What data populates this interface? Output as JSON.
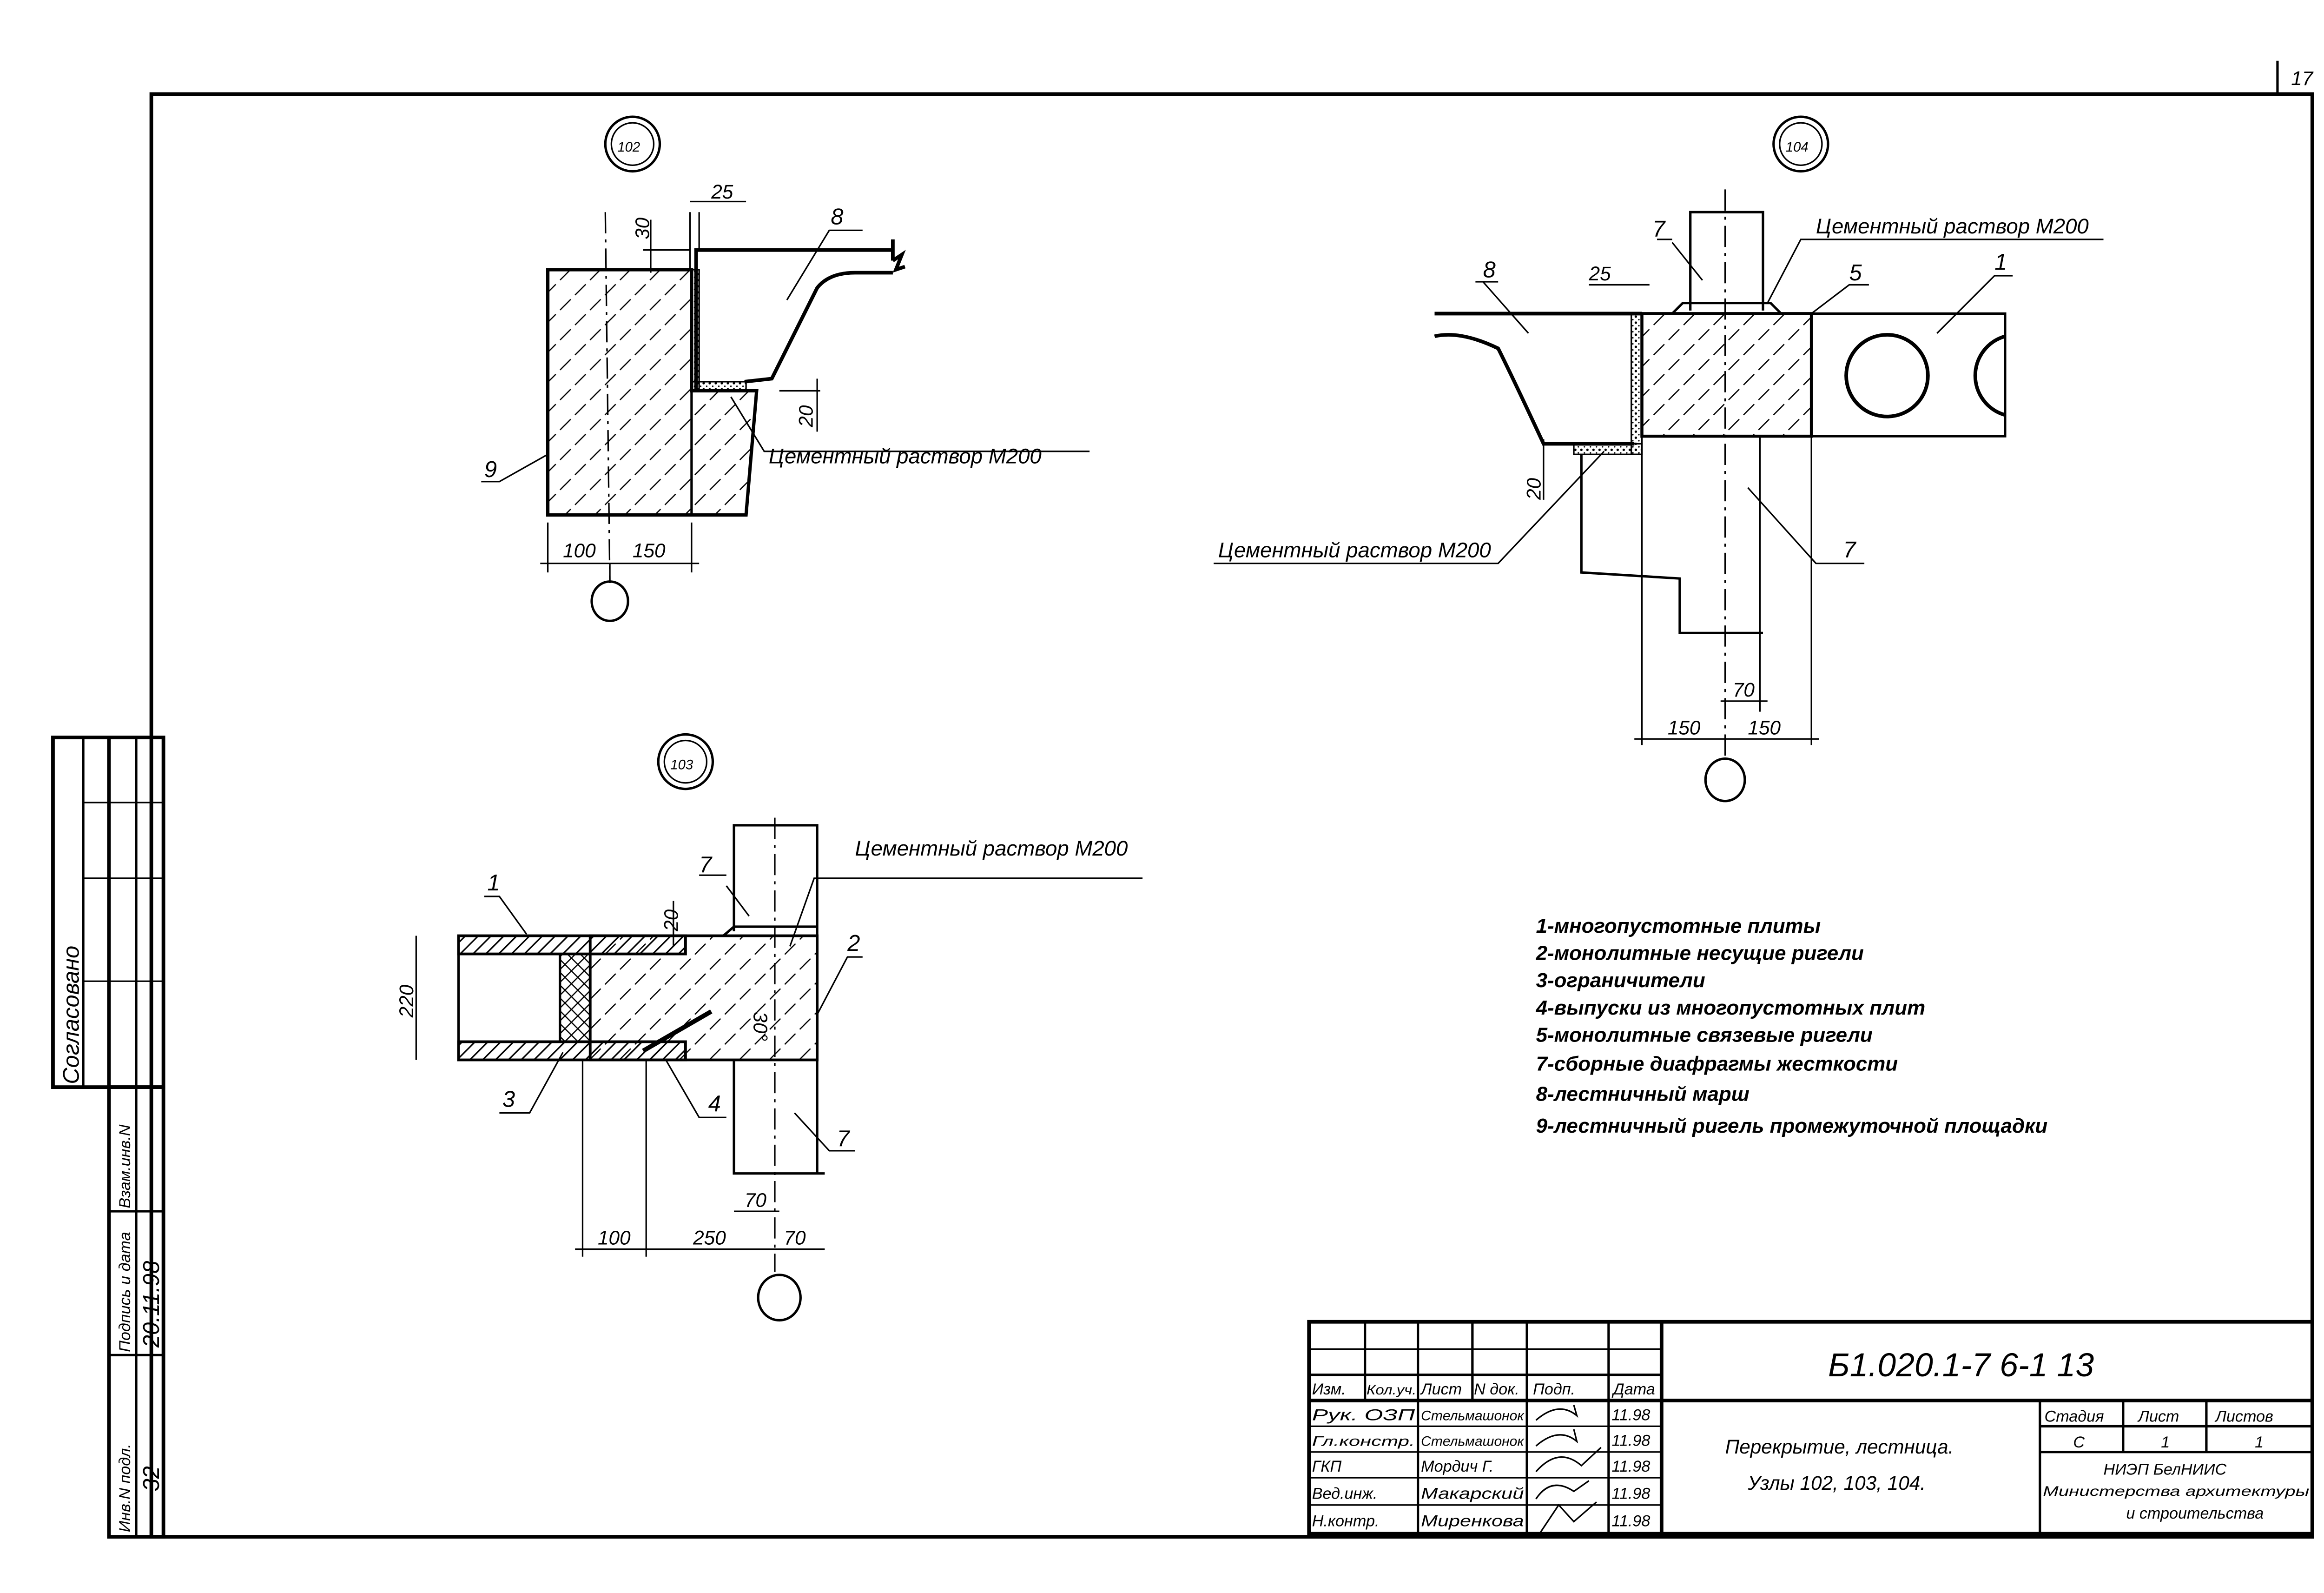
{
  "sheet": {
    "page_number": "17"
  },
  "stamp": {
    "agreed": "Согласовано",
    "replace_inv": "Взам.инв.N",
    "sign_date": "Подпись и дата",
    "sign_date_value": "20.11.98",
    "inv_original": "Инв.N подл.",
    "inv_original_value": "32"
  },
  "details": {
    "d102": {
      "marker": "102",
      "labels": {
        "stair": "8",
        "girder": "9"
      },
      "mortar": "Цементный раствор М200",
      "dims": {
        "gap": "25",
        "top": "30",
        "step": "20",
        "left": "100",
        "right": "150"
      }
    },
    "d103": {
      "marker": "103",
      "labels": {
        "slab": "1",
        "beam": "2",
        "limiter": "3",
        "outlet": "4",
        "diaphragm_top": "7",
        "diaphragm_bottom": "7"
      },
      "mortar": "Цементный раствор М200",
      "dims": {
        "height": "220",
        "joint": "20",
        "angle": "30°",
        "col": "70",
        "a": "100",
        "b": "250",
        "c": "70"
      }
    },
    "d104": {
      "marker": "104",
      "labels": {
        "diaphragm_top": "7",
        "stair": "8",
        "tie_beam": "5",
        "slab": "1",
        "diaphragm_bottom": "7"
      },
      "mortar_top": "Цементный раствор М200",
      "mortar_bottom": "Цементный раствор М200",
      "dims": {
        "gap": "25",
        "step": "20",
        "col": "70",
        "left": "150",
        "right": "150"
      }
    }
  },
  "legend": [
    "1-многопустотные плиты",
    "2-монолитные несущие ригели",
    "3-ограничители",
    "4-выпуски из многопустотных плит",
    "5-монолитные связевые ригели",
    "7-сборные диафрагмы жесткости",
    "8-лестничный марш",
    "9-лестничный ригель промежуточной площадки"
  ],
  "title_block": {
    "code": "Б1.020.1-7 6-1 13",
    "headers": [
      "Изм.",
      "Кол.уч.",
      "Лист",
      "N док.",
      "Подп.",
      "Дата"
    ],
    "rows": [
      {
        "role": "Рук. ОЗП",
        "name": "Стельмашонок",
        "date": "11.98"
      },
      {
        "role": "Гл.констр.",
        "name": "Стельмашонок",
        "date": "11.98"
      },
      {
        "role": "ГКП",
        "name": "Мордич Г.",
        "date": "11.98"
      },
      {
        "role": "Вед.инж.",
        "name": "Макарский",
        "date": "11.98"
      },
      {
        "role": "Н.контр.",
        "name": "Миренкова",
        "date": "11.98"
      }
    ],
    "title_line1": "Перекрытие, лестница.",
    "title_line2": "Узлы 102, 103, 104.",
    "stage_header": "Стадия",
    "sheet_header": "Лист",
    "sheets_header": "Листов",
    "stage": "С",
    "sheet": "1",
    "sheets": "1",
    "org_line1": "НИЭП БелНИИС",
    "org_line2": "Министерства архитектуры",
    "org_line3": "и строительства"
  }
}
